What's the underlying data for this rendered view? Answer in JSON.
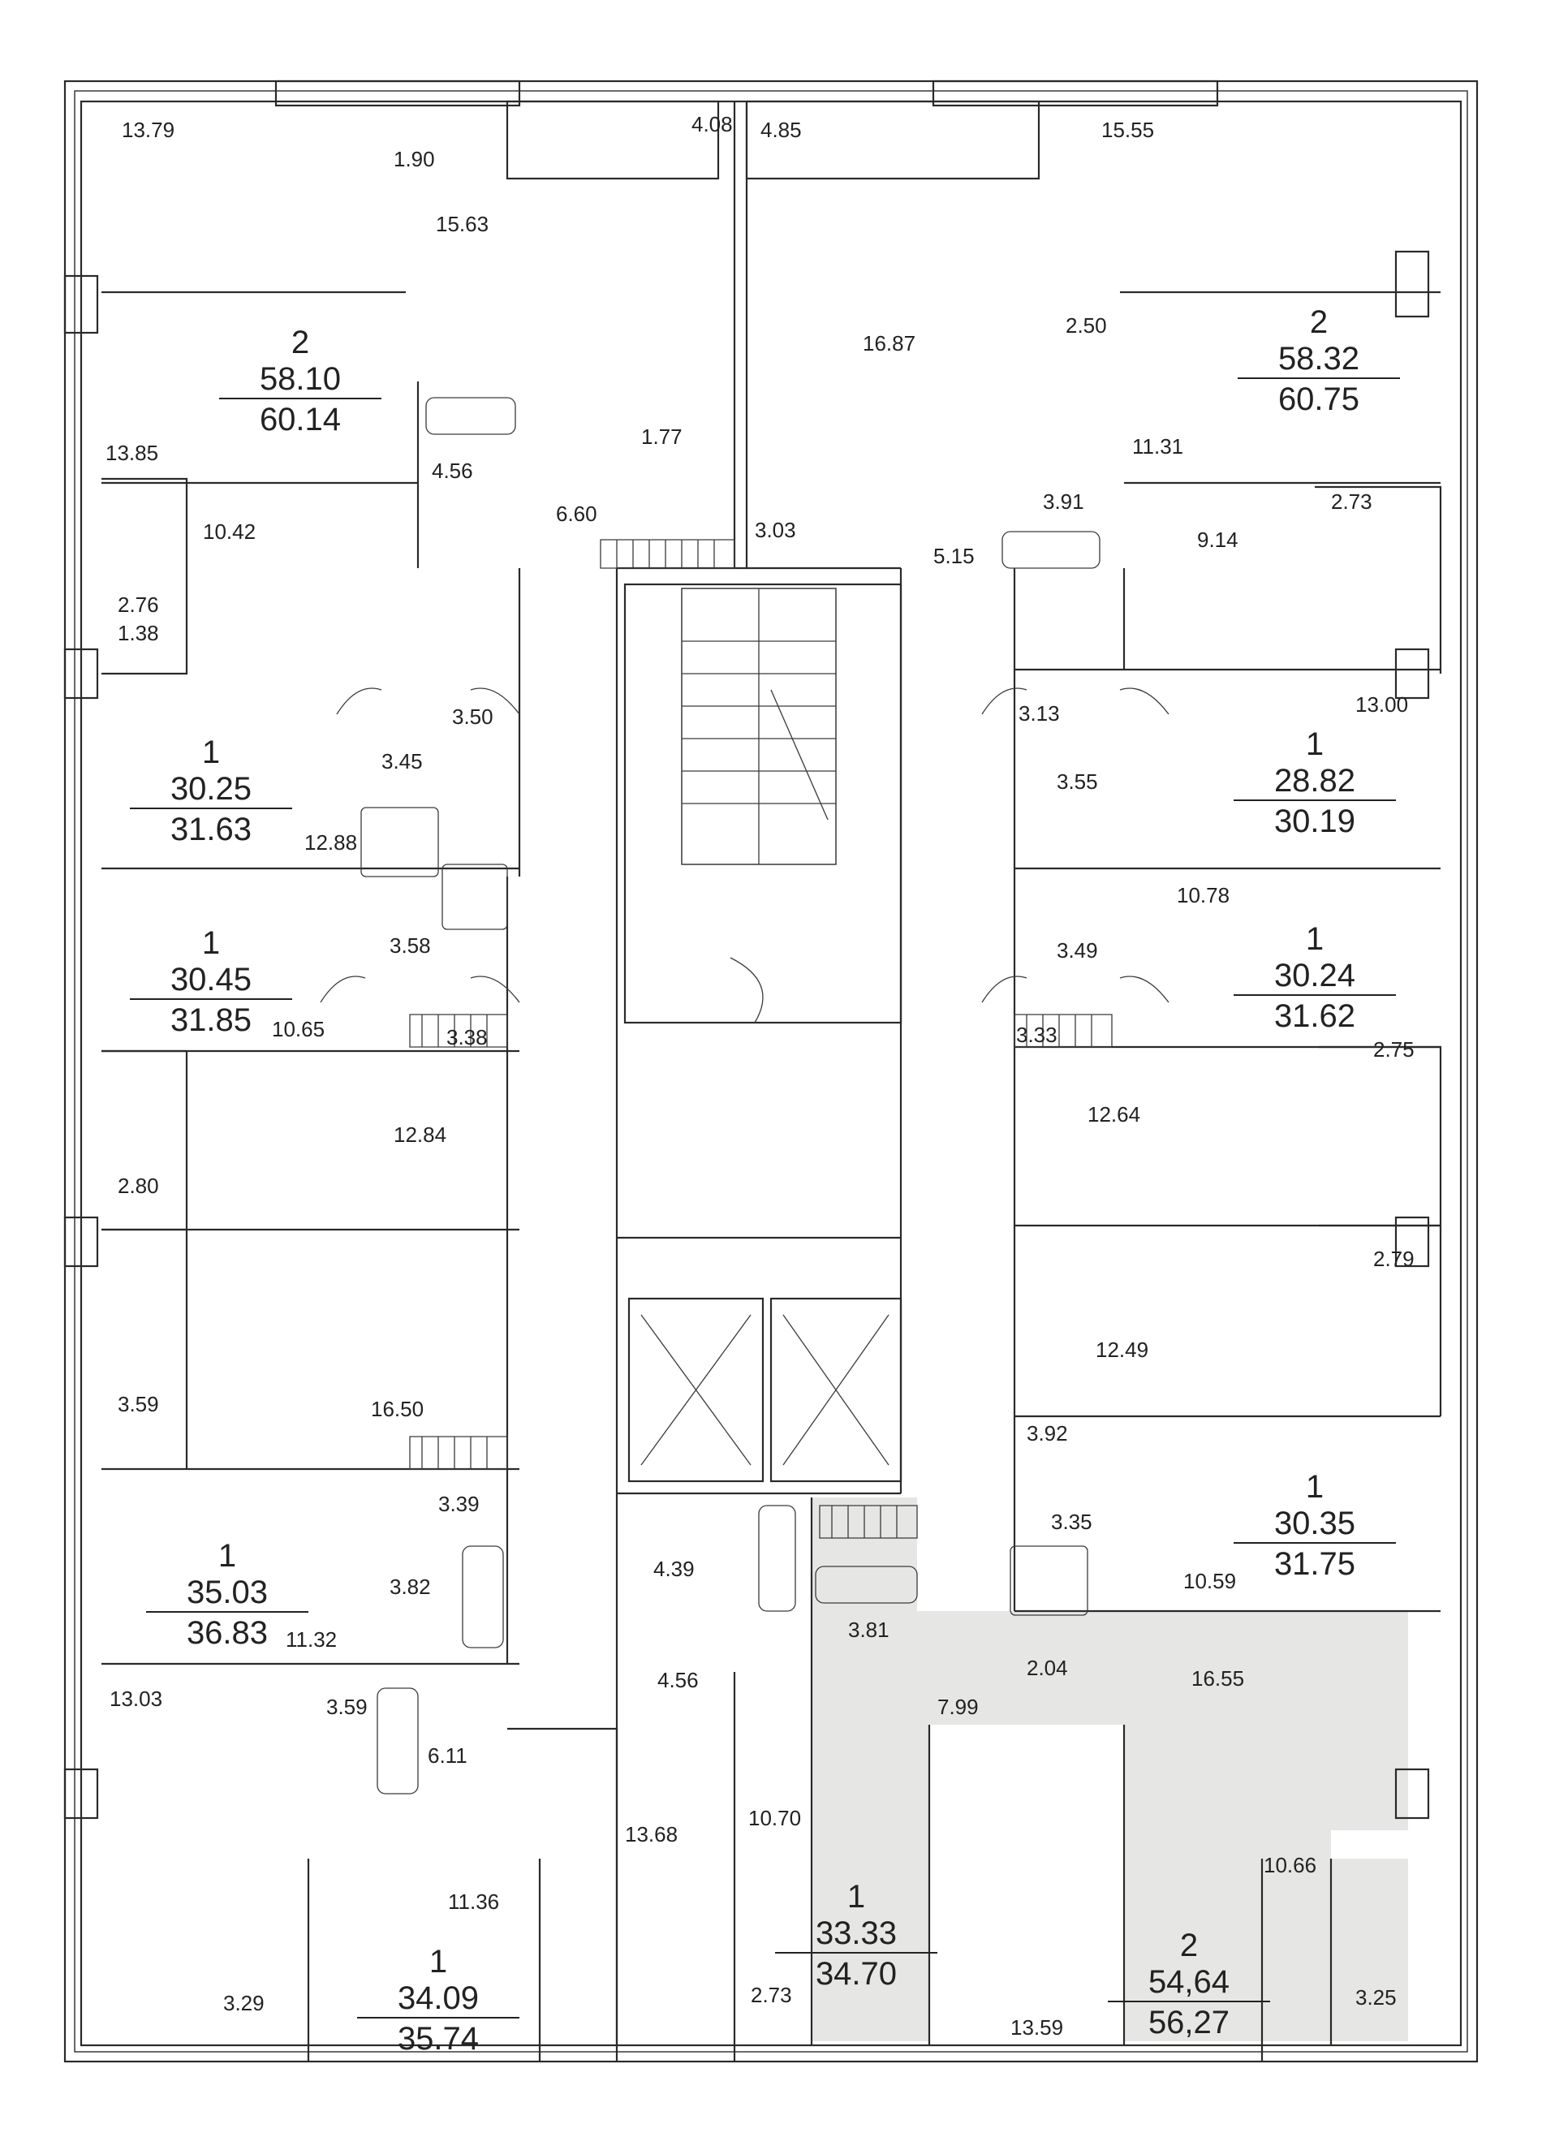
{
  "apartments": [
    {
      "id": "a1",
      "rooms": "2",
      "area_living": "58.10",
      "area_total": "60.14"
    },
    {
      "id": "a2",
      "rooms": "2",
      "area_living": "58.32",
      "area_total": "60.75"
    },
    {
      "id": "a3",
      "rooms": "1",
      "area_living": "30.25",
      "area_total": "31.63"
    },
    {
      "id": "a4",
      "rooms": "1",
      "area_living": "28.82",
      "area_total": "30.19"
    },
    {
      "id": "a5",
      "rooms": "1",
      "area_living": "30.45",
      "area_total": "31.85"
    },
    {
      "id": "a6",
      "rooms": "1",
      "area_living": "30.24",
      "area_total": "31.62"
    },
    {
      "id": "a7",
      "rooms": "1",
      "area_living": "30.35",
      "area_total": "31.75"
    },
    {
      "id": "a8",
      "rooms": "1",
      "area_living": "35.03",
      "area_total": "36.83"
    },
    {
      "id": "a9",
      "rooms": "1",
      "area_living": "33.33",
      "area_total": "34.70"
    },
    {
      "id": "a10",
      "rooms": "1",
      "area_living": "34.09",
      "area_total": "35.74"
    },
    {
      "id": "a11",
      "rooms": "2",
      "area_living": "54,64",
      "area_total": "56,27"
    }
  ],
  "room_labels": [
    "13.79",
    "1.90",
    "4.08",
    "4.85",
    "15.55",
    "15.63",
    "16.87",
    "2.50",
    "13.85",
    "4.56",
    "1.77",
    "6.60",
    "11.31",
    "3.91",
    "10.42",
    "3.03",
    "5.15",
    "9.14",
    "2.73",
    "2.76",
    "1.38",
    "3.50",
    "3.13",
    "13.00",
    "3.45",
    "3.55",
    "12.88",
    "10.78",
    "3.58",
    "3.49",
    "10.65",
    "3.38",
    "3.33",
    "12.84",
    "12.64",
    "2.75",
    "2.80",
    "2.79",
    "12.49",
    "3.59",
    "16.50",
    "3.92",
    "3.39",
    "3.35",
    "4.39",
    "3.82",
    "10.59",
    "11.32",
    "3.81",
    "2.04",
    "16.55",
    "13.03",
    "4.56",
    "3.59",
    "7.99",
    "6.11",
    "13.68",
    "10.70",
    "10.66",
    "11.36",
    "3.29",
    "2.73",
    "13.59",
    "3.25"
  ]
}
